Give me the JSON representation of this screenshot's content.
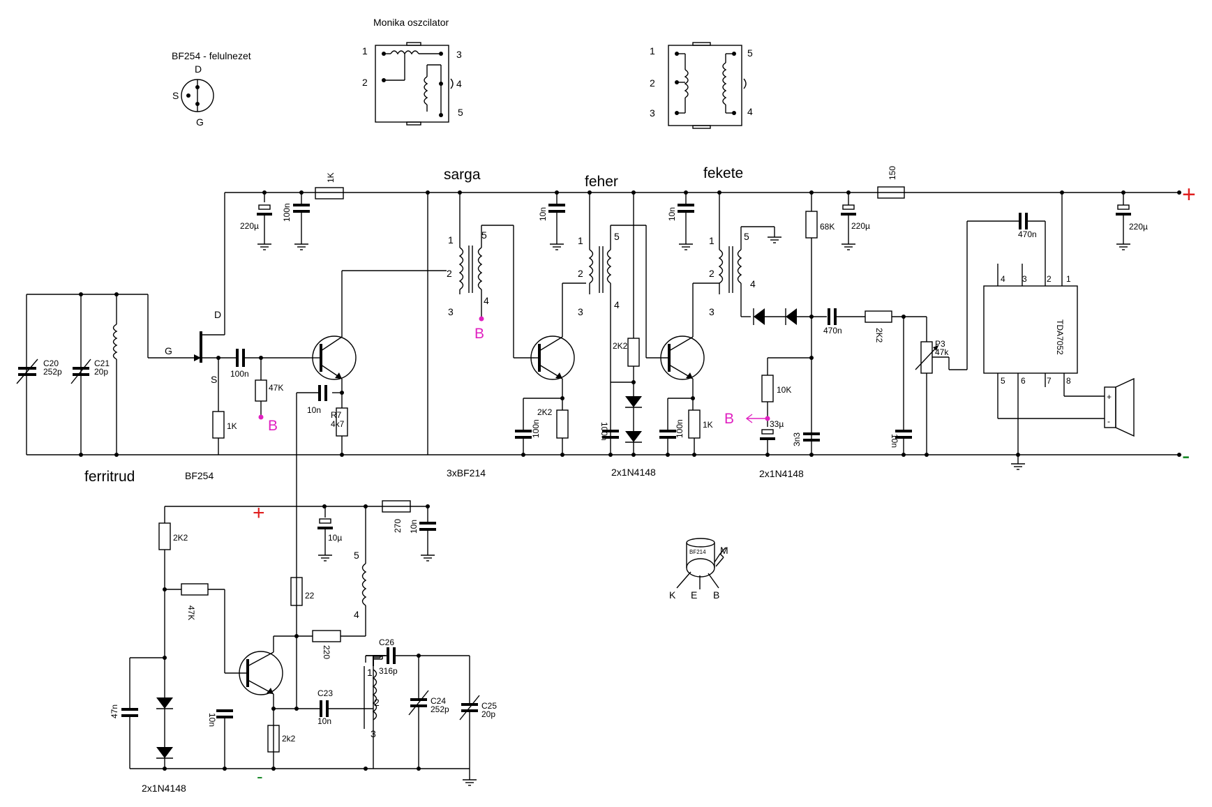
{
  "colors": {
    "wire": "#000000",
    "plus": "#e02020",
    "minus": "#1a8a2a",
    "bias": "#e020c0"
  },
  "headers": {
    "bf254_top": "BF254 - felulnezet",
    "monika": "Monika oszcilator"
  },
  "pins": {
    "d": "D",
    "s": "S",
    "g": "G",
    "m": "M",
    "k": "K",
    "e": "E",
    "b": "B",
    "bf214": "BF214"
  },
  "stage_labels": {
    "sarga": "sarga",
    "feher": "feher",
    "fekete": "fekete",
    "ferritrud": "ferritrud",
    "bf254": "BF254",
    "bf214x3": "3xBF214",
    "d1": "2x1N4148",
    "d2": "2x1N4148",
    "d3": "2x1N4148",
    "tda": "TDA7052"
  },
  "signs": {
    "plus": "+",
    "minus": "-",
    "speaker_plus": "+",
    "speaker_minus": "-"
  },
  "bias": "B",
  "coil_pins": [
    "1",
    "2",
    "3",
    "4",
    "5"
  ],
  "tda_pins": [
    "4",
    "3",
    "2",
    "1",
    "5",
    "6",
    "7",
    "8"
  ],
  "parts": {
    "c20": "C20",
    "c20v": "252p",
    "c21": "C21",
    "c21v": "20p",
    "c_100n_g": "100n",
    "r_47k_b": "47K",
    "r_1k_s": "1K",
    "c_10n_e": "10n",
    "r7": "R7",
    "r7v": "4k7",
    "r_1k_top": "1K",
    "c_220u_1": "220µ",
    "c_100n_top": "100n",
    "c_10n_sarga": "10n",
    "c_10n_feher": "10n",
    "r_2k2_t2": "2K2",
    "c_100n_t2": "100n",
    "r_2k2_mid": "2K2",
    "c_100n_mid": "100n",
    "r_1k_t3": "1K",
    "c_100n_t3": "100n",
    "r_68k": "68K",
    "c_220u_2": "220µ",
    "r_150": "150",
    "c_470n_top": "470n",
    "c_220u_3": "220µ",
    "c_470n_mid": "470n",
    "r_2k2_det": "2K2",
    "p3": "P3",
    "p3v": "47k",
    "r_10k": "10K",
    "c_33u": "33µ",
    "c_3n3": "3n3",
    "c_10n_out": "10n",
    "osc_2k2": "2K2",
    "osc_47k": "47K",
    "osc_10u": "10µ",
    "osc_270": "270",
    "osc_10n": "10n",
    "osc_22": "22",
    "osc_220": "220",
    "osc_47n": "47n",
    "osc_10n_b": "10n",
    "osc_2k2_e": "2k2",
    "c23": "C23",
    "c23v": "10n",
    "c26": "C26",
    "c26v": "316p",
    "c24": "C24",
    "c24v": "252p",
    "c25": "C25",
    "c25v": "20p"
  }
}
